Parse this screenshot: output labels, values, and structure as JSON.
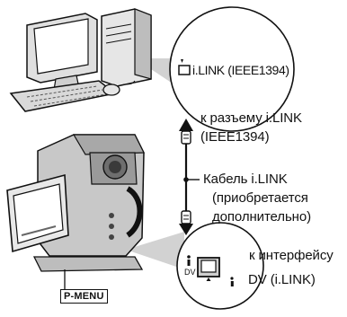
{
  "labels": {
    "ilink_port_pc": "i.LINK (IEEE1394)",
    "to_connector_line1": "к разъему i.LINK",
    "to_connector_line2": "(IEEE1394)",
    "cable_line1": "Кабель i.LINK",
    "cable_line2": "(приобретается",
    "cable_line3": "дополнительно)",
    "to_interface_line1": "к интерфейсу",
    "to_interface_line2": "DV (i.LINK)",
    "dv_small": "DV",
    "pmenu": "P-MENU"
  },
  "colors": {
    "callout_fill": "#d2d2d2",
    "device_gray": "#bfbfbf",
    "device_dark": "#6e6e6e",
    "outline": "#111111"
  },
  "icons": [
    "computer-icon",
    "camcorder-icon",
    "ilink-port-icon",
    "dv-port-icon",
    "ilink-symbol-icon",
    "arrow-down-icon",
    "arrow-up-icon"
  ]
}
